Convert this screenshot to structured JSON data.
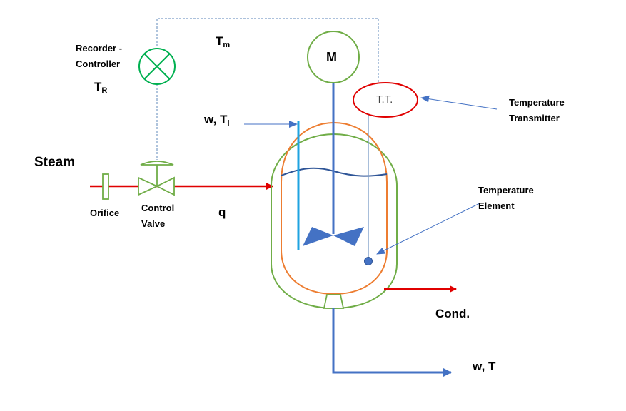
{
  "labels": {
    "recorder_controller": "Recorder -\nController",
    "t_r_main": "T",
    "t_r_sub": "R",
    "t_m_main": "T",
    "t_m_sub": "m",
    "motor": "M",
    "transmitter_tag": "T.T.",
    "temperature_transmitter": "Temperature\nTransmitter",
    "inlet_main": "w, T",
    "inlet_sub": "i",
    "steam": "Steam",
    "orifice": "Orifice",
    "control_valve": "Control\nValve",
    "heat": "q",
    "temperature_element": "Temperature\nElement",
    "condensate": "Cond.",
    "outlet": "w, T"
  },
  "colors": {
    "controller": "#00b050",
    "valve": "#70ad47",
    "jacket": "#70ad47",
    "vessel": "#ed7d31",
    "transmitter": "#e00000",
    "steam_line": "#e00000",
    "process_line": "#4472c4",
    "inlet_pipe": "#1fa3e0",
    "liquid_surface": "#2f5597",
    "signal_line": "#7a9cc6",
    "impeller": "#4472c4"
  }
}
